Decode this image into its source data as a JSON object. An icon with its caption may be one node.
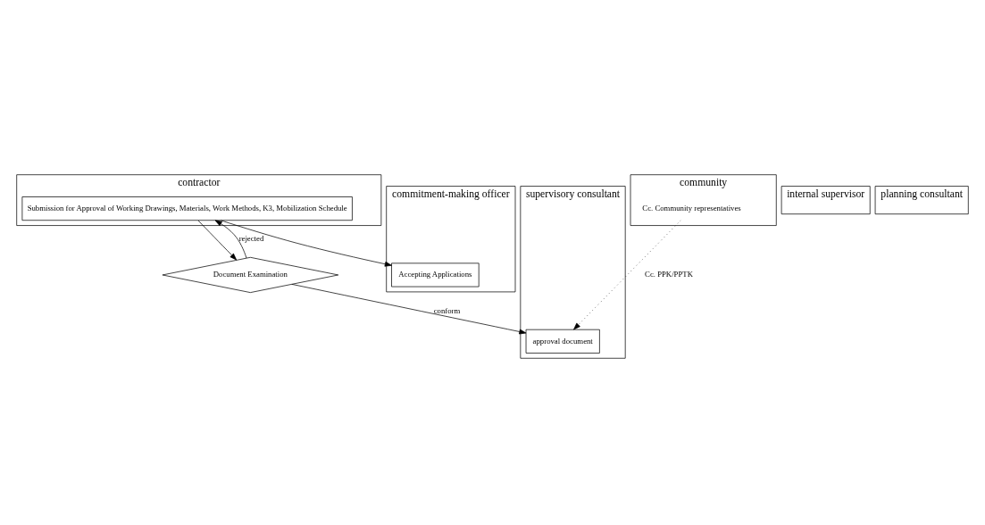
{
  "diagram": {
    "nodes": [
      {
        "text": [
          "contractor"
        ]
      },
      {
        "text": [
          "supervisory consultant"
        ]
      },
      {
        "text": [
          "internal supervisor"
        ]
      },
      {
        "text": [
          "planning consultant"
        ]
      },
      {
        "text": [
          "commitment-making officer"
        ]
      },
      {
        "text": [
          "community"
        ]
      },
      {
        "text": [
          "Submission for Approval of Working Drawings, Materials, Work Methods, K3, Mobilization Schedule"
        ],
        "in": 0
      },
      {
        "text": [
          "Accepting Applications"
        ],
        "in": 4
      },
      {
        "text": [
          "Document Examination"
        ]
      },
      {
        "text": [
          "approval document"
        ],
        "in": 1
      },
      {
        "text": [
          "Cc. Community representatives"
        ],
        "in": 5
      }
    ],
    "edges": [
      {
        "from": 6,
        "to": 7,
        "arrow": "to"
      },
      {
        "from": 6,
        "to": 8,
        "arrow": "to"
      },
      {
        "from": 8,
        "to": 6,
        "arrow": "to",
        "label": "rejected"
      },
      {
        "from": 8,
        "to": 9,
        "arrow": "to",
        "label": "conform"
      },
      {
        "from": 10,
        "to": 9,
        "arrow": "to",
        "label": "Cc. PPK/PPTK",
        "style": "dashed"
      }
    ]
  }
}
